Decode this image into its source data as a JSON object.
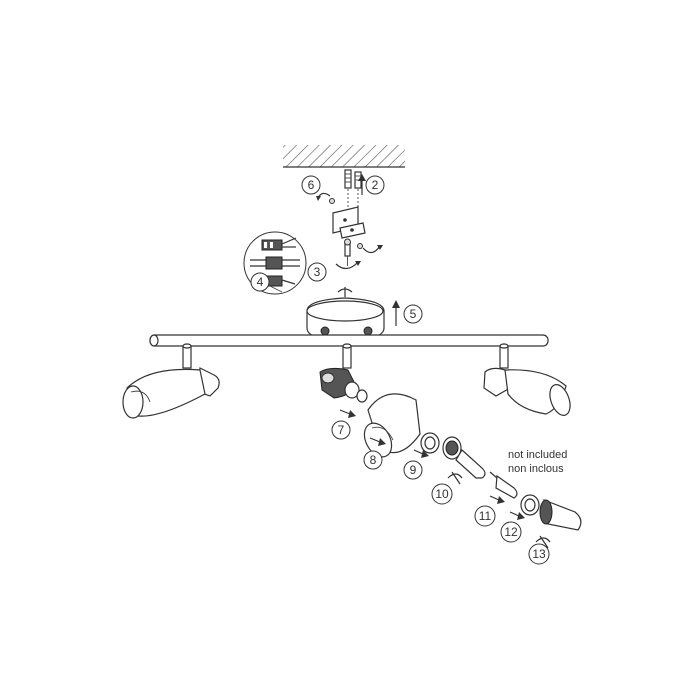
{
  "steps": [
    {
      "id": "1",
      "label": "2"
    },
    {
      "id": "2",
      "label": "3"
    },
    {
      "id": "3",
      "label": "4"
    },
    {
      "id": "4",
      "label": "5"
    },
    {
      "id": "5",
      "label": "6"
    },
    {
      "id": "6",
      "label": "7"
    },
    {
      "id": "7",
      "label": "8"
    },
    {
      "id": "8",
      "label": "9"
    },
    {
      "id": "9",
      "label": "10"
    },
    {
      "id": "10",
      "label": "11"
    },
    {
      "id": "11",
      "label": "12"
    },
    {
      "id": "12",
      "label": "13"
    }
  ],
  "note": {
    "line1": "not included",
    "line2": "non inclous"
  },
  "colors": {
    "line": "#333333",
    "dark": "#555555",
    "background": "#ffffff"
  },
  "icons": [
    "ceiling-hatch-icon",
    "screw-icon",
    "wall-plug-icon",
    "screwdriver-icon",
    "bulb-icon"
  ]
}
